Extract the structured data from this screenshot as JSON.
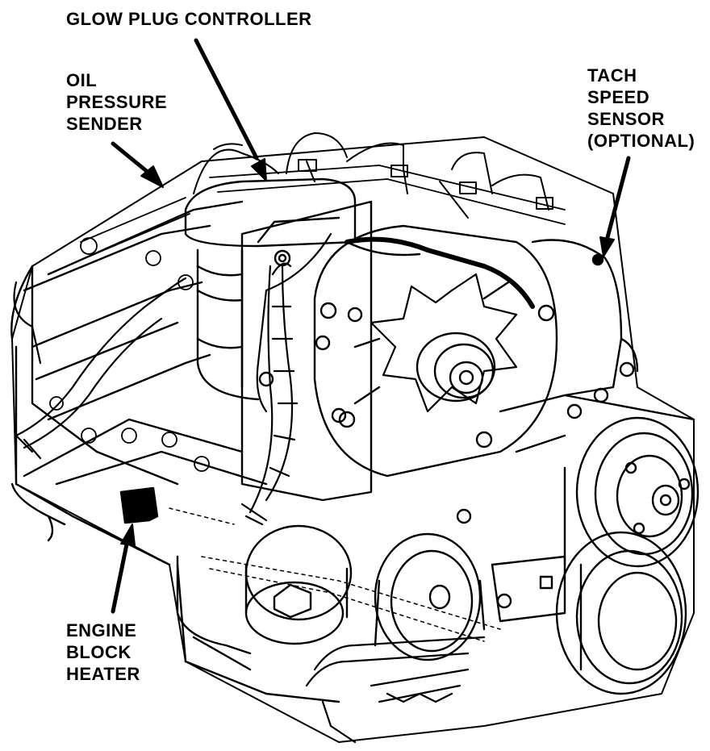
{
  "labels": {
    "glow_plug_controller": "GLOW PLUG CONTROLLER",
    "oil_pressure_sender": [
      "OIL",
      "PRESSURE",
      "SENDER"
    ],
    "tach_speed_sensor": [
      "TACH",
      "SPEED",
      "SENSOR",
      "(OPTIONAL)"
    ],
    "engine_block_heater": [
      "ENGINE",
      "BLOCK",
      "HEATER"
    ]
  },
  "colors": {
    "ink": "#000000",
    "paper": "#ffffff"
  }
}
